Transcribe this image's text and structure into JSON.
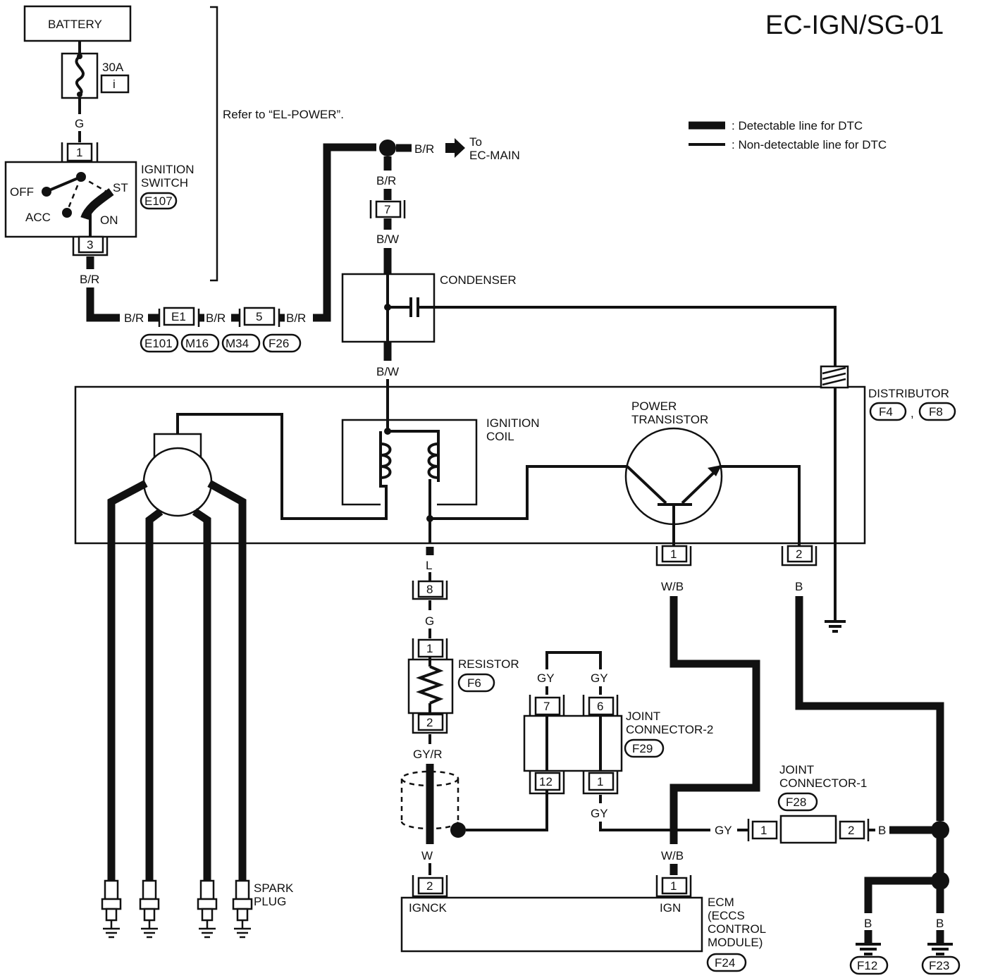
{
  "title": "EC-IGN/SG-01",
  "legend": {
    "detectable": ": Detectable line for DTC",
    "non_detectable": ": Non-detectable line for DTC"
  },
  "battery": "BATTERY",
  "fuse": {
    "rating": "30A",
    "id": "i"
  },
  "refer_note": "Refer to “EL-POWER”.",
  "ignition_switch": {
    "name_line1": "IGNITION",
    "name_line2": "SWITCH",
    "connector": "E107",
    "positions": {
      "off": "OFF",
      "acc": "ACC",
      "on": "ON",
      "st": "ST"
    },
    "pin_in": "1",
    "pin_out": "3"
  },
  "wire_colors": {
    "g": "G",
    "br": "B/R",
    "bw": "B/W",
    "l": "L",
    "gyr": "GY/R",
    "w": "W",
    "wb": "W/B",
    "b": "B",
    "gy": "GY"
  },
  "inline_connectors": {
    "e1": "E1",
    "c5": "5",
    "c7": "7",
    "c8": "8",
    "ids": [
      "E101",
      "M16",
      "M34",
      "F26"
    ]
  },
  "to_ec_main": {
    "to": "To",
    "target": "EC-MAIN"
  },
  "condenser": "CONDENSER",
  "distributor": {
    "name": "DISTRIBUTOR",
    "connectors": [
      "F4",
      "F8"
    ],
    "separator": ","
  },
  "ignition_coil": {
    "line1": "IGNITION",
    "line2": "COIL"
  },
  "power_transistor": {
    "line1": "POWER",
    "line2": "TRANSISTOR",
    "pin1": "1",
    "pin2": "2"
  },
  "resistor": {
    "name": "RESISTOR",
    "connector": "F6",
    "pin1": "1",
    "pin2": "2"
  },
  "joint_connector_2": {
    "line1": "JOINT",
    "line2": "CONNECTOR-2",
    "connector": "F29",
    "pins": [
      "7",
      "6",
      "12",
      "1"
    ]
  },
  "joint_connector_1": {
    "line1": "JOINT",
    "line2": "CONNECTOR-1",
    "connector": "F28",
    "pin1": "1",
    "pin2": "2"
  },
  "spark_plug": {
    "line1": "SPARK",
    "line2": "PLUG"
  },
  "ecm": {
    "line1": "ECM",
    "line2": "(ECCS",
    "line3": "CONTROL",
    "line4": "MODULE)",
    "connector": "F24",
    "terminal_igcnk": "IGNCK",
    "terminal_ign": "IGN",
    "pin_igcnk": "2",
    "pin_ign": "1"
  },
  "grounds": [
    "F12",
    "F23"
  ]
}
